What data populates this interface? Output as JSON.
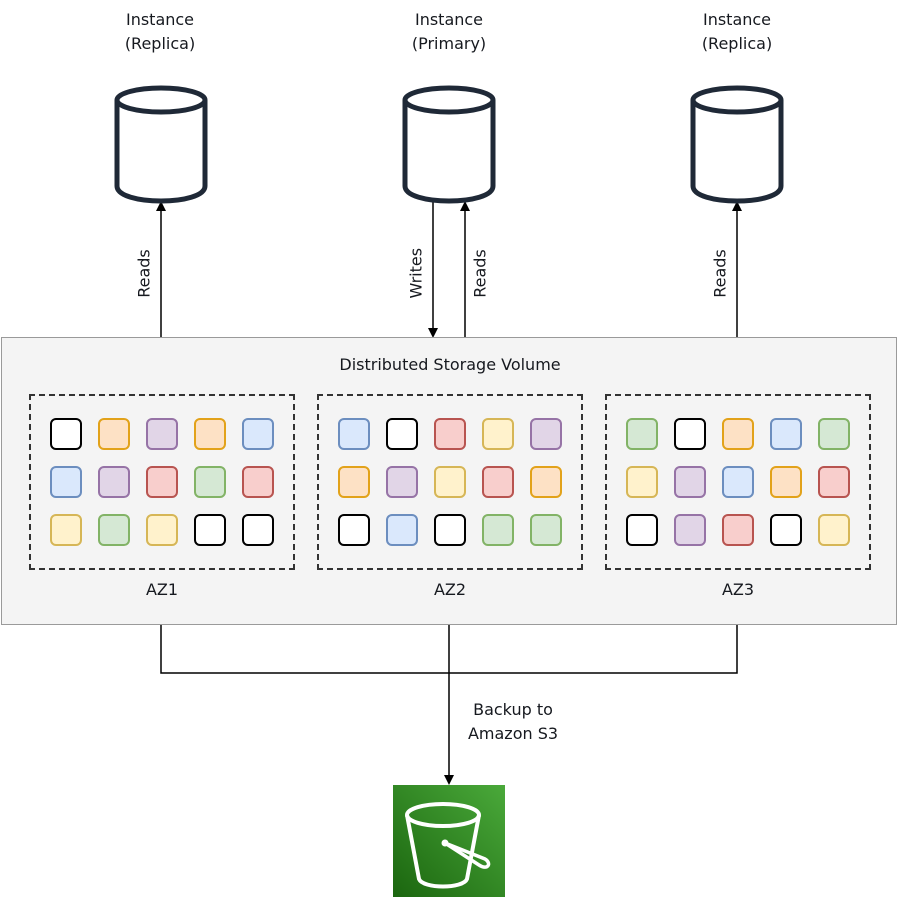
{
  "instances": [
    {
      "line1": "Instance",
      "line2": "(Replica)"
    },
    {
      "line1": "Instance",
      "line2": "(Primary)"
    },
    {
      "line1": "Instance",
      "line2": "(Replica)"
    }
  ],
  "arrows": {
    "reads": "Reads",
    "writes": "Writes"
  },
  "storage": {
    "title": "Distributed Storage Volume",
    "zones": [
      {
        "label": "AZ1",
        "cells": [
          [
            "white",
            "orange",
            "purple",
            "orange",
            "blue"
          ],
          [
            "blue",
            "purple",
            "red",
            "green",
            "red"
          ],
          [
            "yellow",
            "green",
            "yellow",
            "white",
            "white"
          ]
        ]
      },
      {
        "label": "AZ2",
        "cells": [
          [
            "blue",
            "white",
            "red",
            "yellow",
            "purple"
          ],
          [
            "orange",
            "purple",
            "yellow",
            "red",
            "orange"
          ],
          [
            "white",
            "blue",
            "white",
            "green",
            "green"
          ]
        ]
      },
      {
        "label": "AZ3",
        "cells": [
          [
            "green",
            "white",
            "orange",
            "blue",
            "green"
          ],
          [
            "yellow",
            "purple",
            "blue",
            "orange",
            "red"
          ],
          [
            "white",
            "purple",
            "red",
            "white",
            "yellow"
          ]
        ]
      }
    ]
  },
  "backup": {
    "line1": "Backup to",
    "line2": "Amazon S3"
  },
  "colors": {
    "white": {
      "fill": "#ffffff",
      "stroke": "#000000"
    },
    "orange": {
      "fill": "#fde1c5",
      "stroke": "#e2a21a"
    },
    "purple": {
      "fill": "#e1d5e7",
      "stroke": "#9673a6"
    },
    "blue": {
      "fill": "#dae8fc",
      "stroke": "#6c8ebf"
    },
    "red": {
      "fill": "#f8cecc",
      "stroke": "#b85450"
    },
    "green": {
      "fill": "#d5e8d4",
      "stroke": "#82b366"
    },
    "yellow": {
      "fill": "#fff2cc",
      "stroke": "#d6b656"
    },
    "s3": "#3f8624"
  },
  "icons": {
    "database": "cylinder-icon",
    "s3": "s3-bucket-icon"
  }
}
